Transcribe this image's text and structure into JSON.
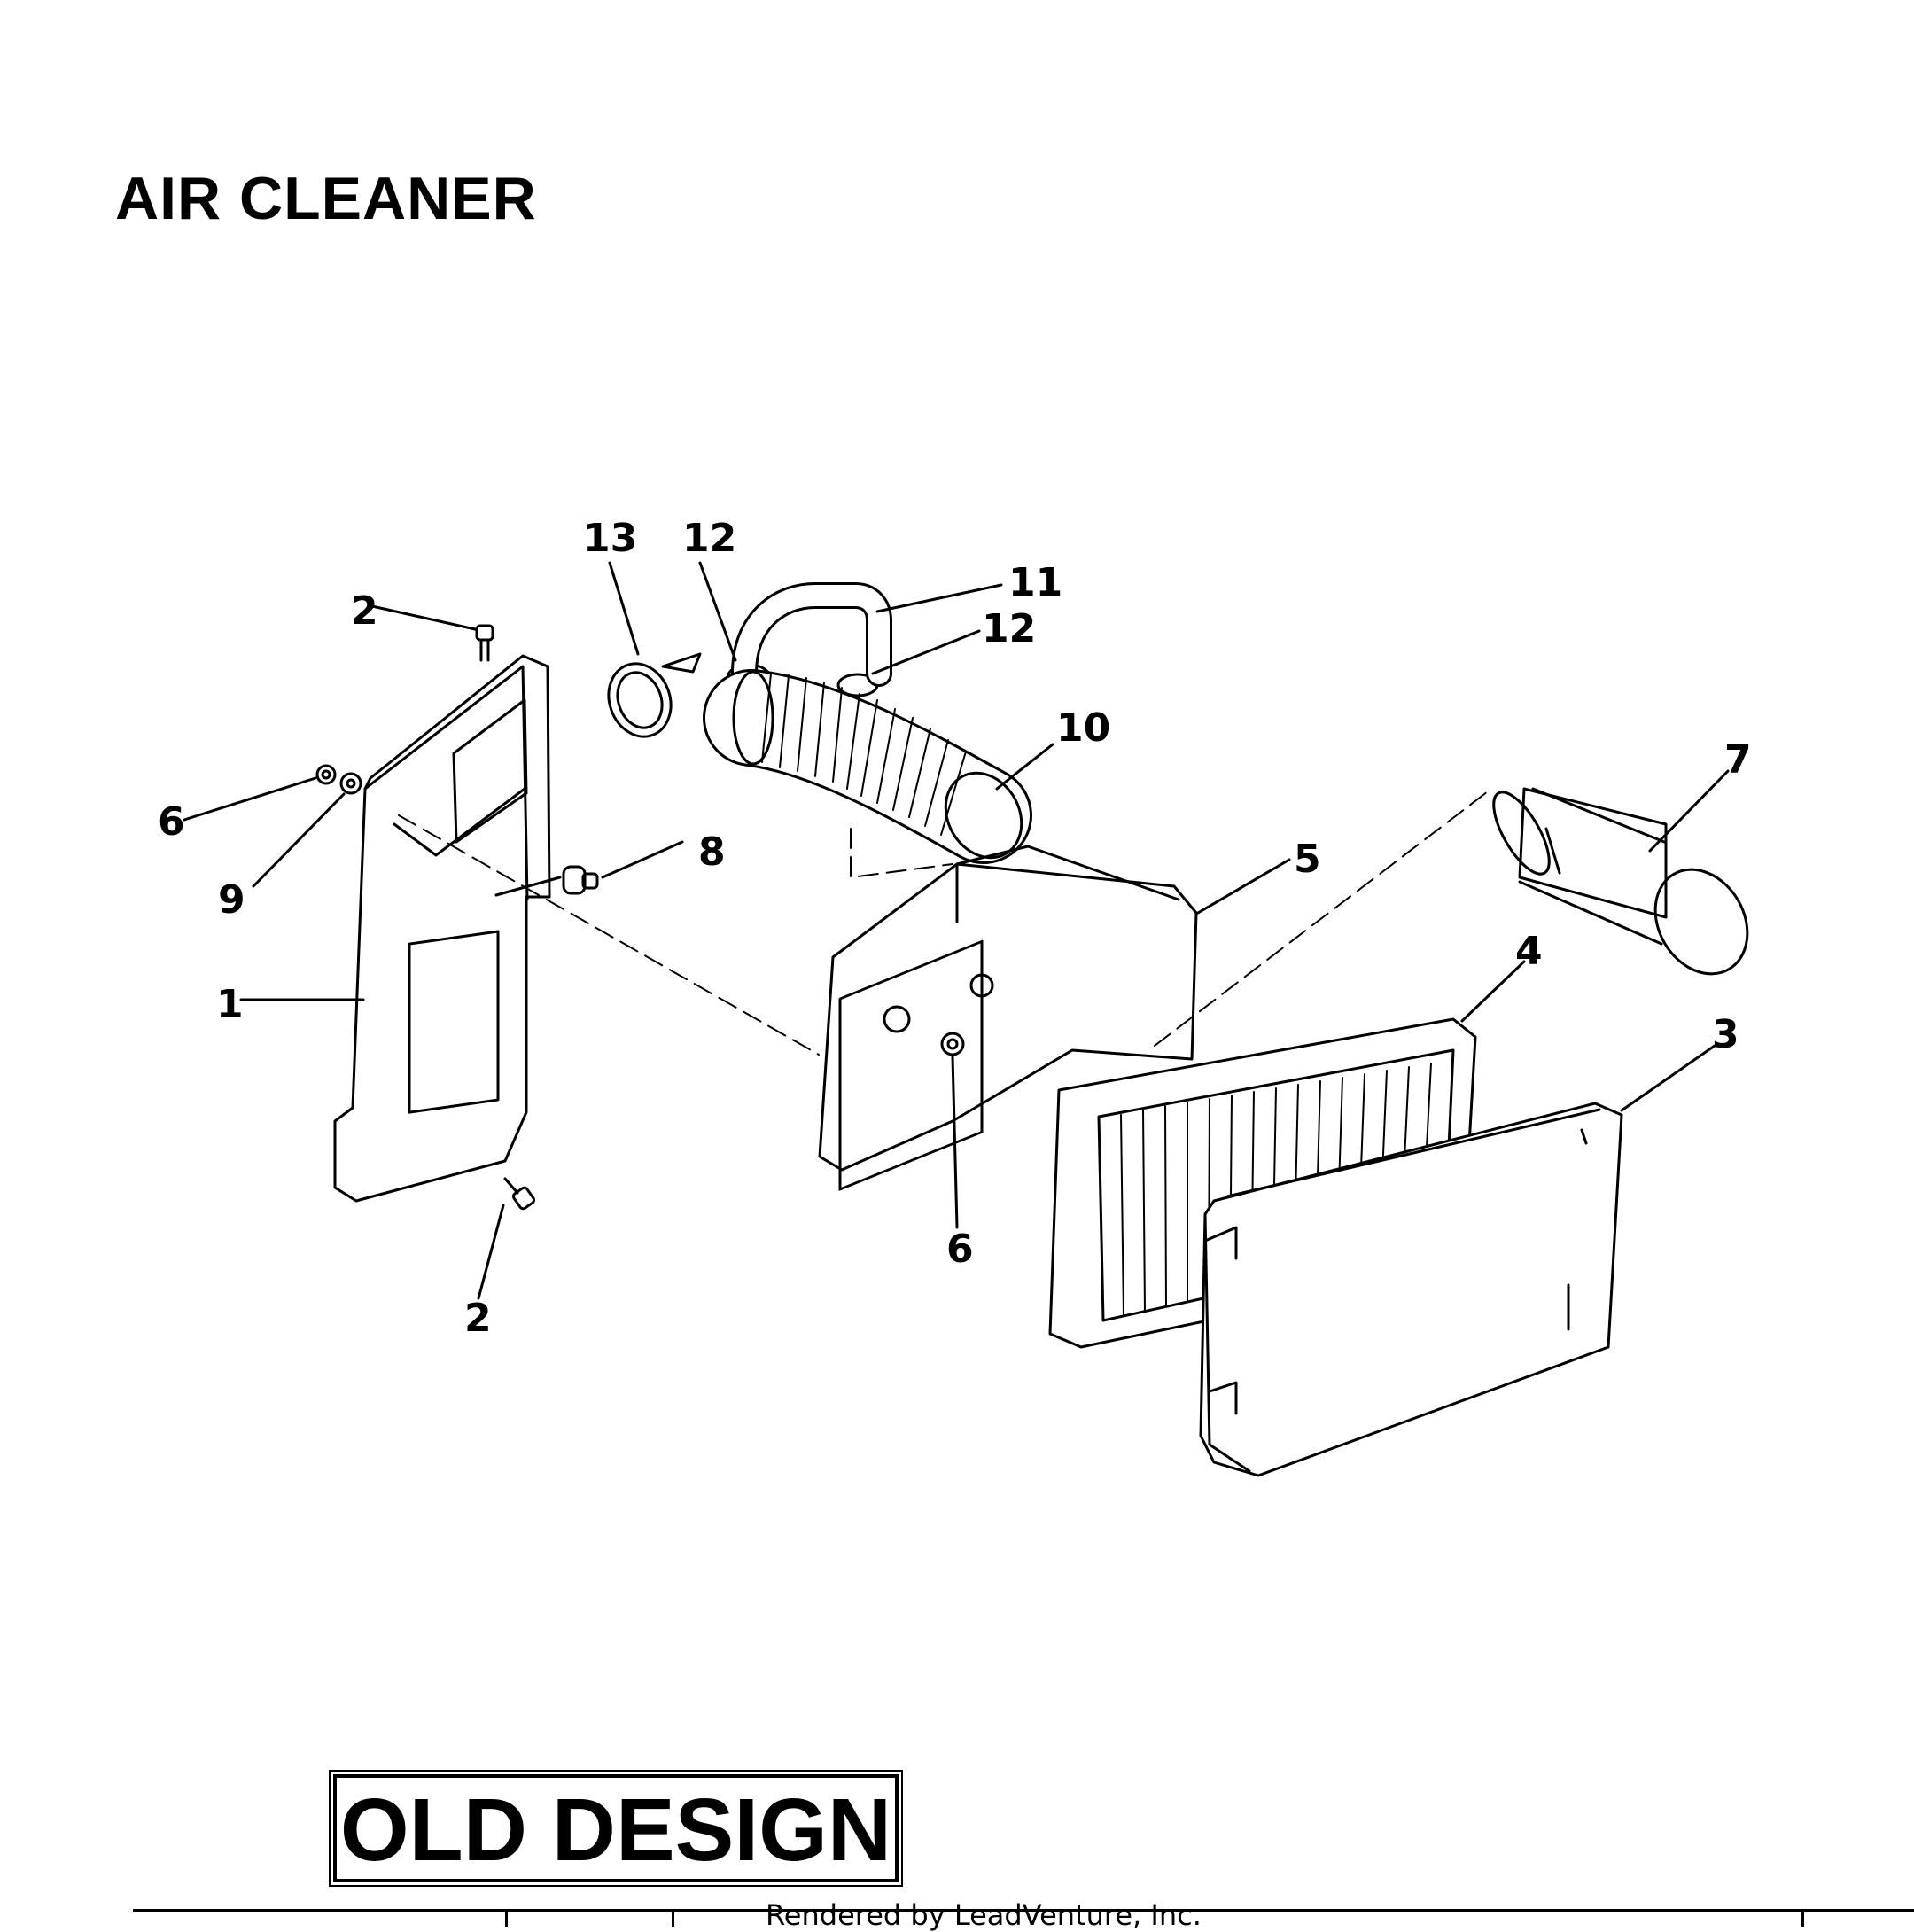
{
  "title": "AIR CLEANER",
  "design_label": "OLD DESIGN",
  "footer_note": "Rendered by LeadVenture, Inc.",
  "callouts": [
    "13",
    "12",
    "11",
    "12",
    "2",
    "10",
    "7",
    "6",
    "8",
    "5",
    "9",
    "4",
    "1",
    "3",
    "6",
    "2"
  ]
}
